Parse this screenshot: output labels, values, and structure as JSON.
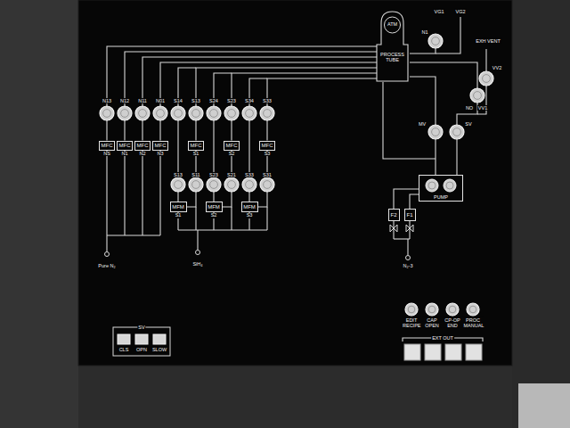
{
  "diagram": {
    "nodes": [
      {
        "text": [
          "ATM",
          "PROCESS TUBE"
        ]
      },
      {
        "text": [
          "MFC",
          "NS"
        ]
      },
      {
        "text": [
          "MFC",
          "N1"
        ]
      },
      {
        "text": [
          "MFC",
          "N2"
        ]
      },
      {
        "text": [
          "MFC",
          "N3"
        ]
      },
      {
        "text": [
          "MFC",
          "S1"
        ]
      },
      {
        "text": [
          "MFC",
          "S2"
        ]
      },
      {
        "text": [
          "MFC",
          "S3"
        ]
      },
      {
        "text": [
          "PUMP"
        ]
      },
      {
        "text": [
          "MFM",
          "S1"
        ]
      },
      {
        "text": [
          "MFM",
          "S2"
        ]
      },
      {
        "text": [
          "MFM",
          "S3"
        ]
      },
      {
        "text": [
          "F2"
        ]
      },
      {
        "text": [
          "F1"
        ]
      }
    ],
    "edges": [
      {
        "from": 1,
        "to": 0,
        "arrow": "none"
      },
      {
        "from": 2,
        "to": 0,
        "arrow": "none"
      },
      {
        "from": 3,
        "to": 0,
        "arrow": "none"
      },
      {
        "from": 4,
        "to": 0,
        "arrow": "none"
      },
      {
        "from": 5,
        "to": 0,
        "arrow": "none"
      },
      {
        "from": 6,
        "to": 0,
        "arrow": "none"
      },
      {
        "from": 7,
        "to": 0,
        "arrow": "none"
      },
      {
        "from": 8,
        "to": 0,
        "arrow": "none"
      },
      {
        "from": 9,
        "to": 5,
        "arrow": "none"
      },
      {
        "from": 10,
        "to": 6,
        "arrow": "none"
      },
      {
        "from": 11,
        "to": 7,
        "arrow": "none"
      },
      {
        "from": 12,
        "to": 8,
        "arrow": "none"
      },
      {
        "from": 13,
        "to": 8,
        "arrow": "none"
      }
    ],
    "labels": [
      "N13",
      "N12",
      "N11",
      "N01",
      "S14",
      "S13",
      "S24",
      "S23",
      "S34",
      "S33",
      "S13",
      "S11",
      "S23",
      "S21",
      "S33",
      "S31",
      "Pure N₂",
      "SiH₄",
      "N₂-3",
      "VG1",
      "VG2",
      "N1",
      "EXH VENT",
      "VV2",
      "NO",
      "VV1",
      "MV",
      "SV",
      "SV",
      "CLS",
      "OPN",
      "SLOW",
      "EDIT RECIPE",
      "CAP OPEN",
      "CP-OP END",
      "PROC MANUAL",
      "EXT OUT"
    ]
  }
}
